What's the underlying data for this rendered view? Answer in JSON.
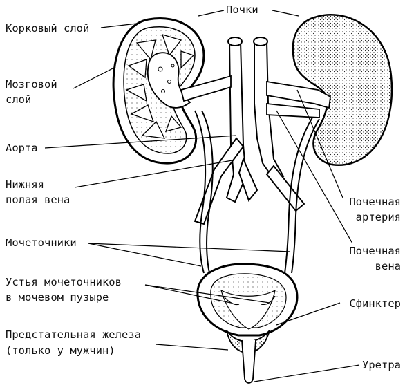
{
  "labels": {
    "kidneys": "Почки",
    "cortex": "Корковый слой",
    "medulla_line1": "Мозговой",
    "medulla_line2": "слой",
    "aorta": "Аорта",
    "ivc_line1": "Нижняя",
    "ivc_line2": "полая вена",
    "ureters": "Мочеточники",
    "orifices_line1": "Устья мочеточников",
    "orifices_line2": "в мочевом пузыре",
    "prostate_line1": "Предстательная железа",
    "prostate_line2": "(только у мужчин)",
    "renal_artery_line1": "Почечная",
    "renal_artery_line2": "артерия",
    "renal_vein_line1": "Почечная",
    "renal_vein_line2": "вена",
    "sphincter": "Сфинктер",
    "urethra": "Уретра"
  }
}
